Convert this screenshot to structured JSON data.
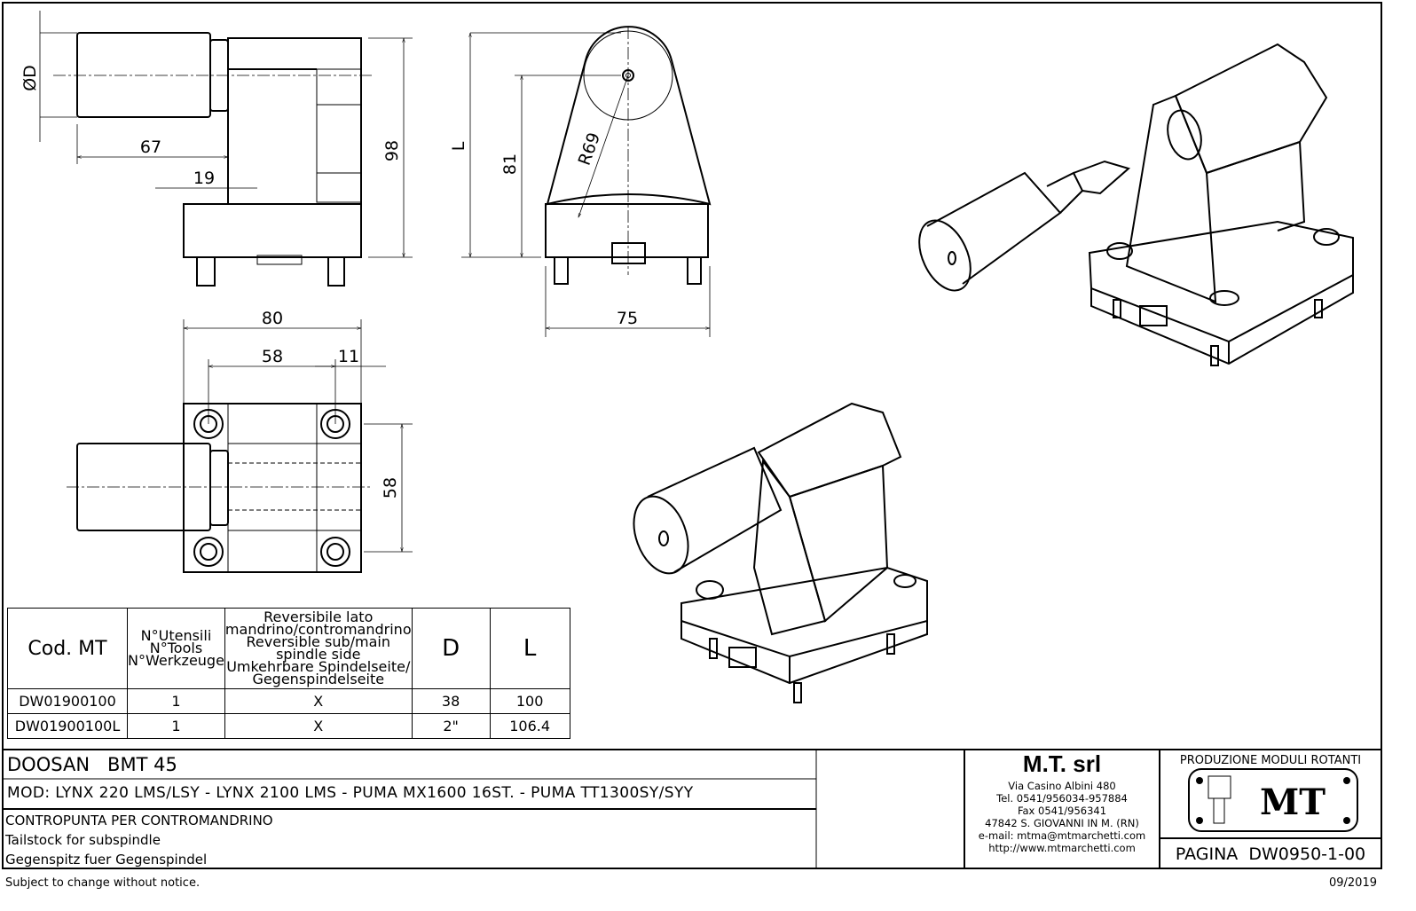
{
  "dimensions": {
    "diameter": "ØD",
    "d67": "67",
    "d19": "19",
    "d98": "98",
    "length": "L",
    "d81": "81",
    "radius": "R69",
    "d75": "75",
    "d80": "80",
    "d58": "58",
    "d11": "11",
    "d58v": "58"
  },
  "table": {
    "headers": {
      "code": "Cod. MT",
      "tools": [
        "N°Utensili",
        "N°Tools",
        "N°Werkzeuge"
      ],
      "reversible": [
        "Reversibile lato",
        "mandrino/contromandrino",
        "Reversible sub/main",
        "spindle side",
        "Umkehrbare Spindelseite/",
        "Gegenspindelseite"
      ],
      "d": "D",
      "l": "L"
    },
    "rows": [
      {
        "code": "DW01900100",
        "tools": "1",
        "reversible": "X",
        "d": "38",
        "l": "100"
      },
      {
        "code": "DW01900100L",
        "tools": "1",
        "reversible": "X",
        "d": "2\"",
        "l": "106.4"
      }
    ]
  },
  "title_block": {
    "machine": "DOOSAN   BMT 45",
    "models": "MOD: LYNX 220 LMS/LSY - LYNX 2100 LMS - PUMA MX1600 16ST. - PUMA TT1300SY/SYY",
    "desc_it": "CONTROPUNTA PER CONTROMANDRINO",
    "desc_en": "Tailstock for subspindle",
    "desc_de": "Gegenspitz fuer Gegenspindel",
    "company": {
      "name": "M.T. srl",
      "address": "Via Casino Albini 480",
      "tel": "Tel. 0541/956034-957884",
      "fax": "Fax 0541/956341",
      "city": "47842 S. GIOVANNI IN M. (RN)",
      "email": "e-mail: mtma@mtmarchetti.com",
      "web": "http://www.mtmarchetti.com"
    },
    "production": "PRODUZIONE MODULI ROTANTI",
    "logo_text": "MT",
    "page": "PAGINA  DW0950-1-00"
  },
  "footer": {
    "notice": "Subject to change without notice.",
    "date": "09/2019"
  }
}
